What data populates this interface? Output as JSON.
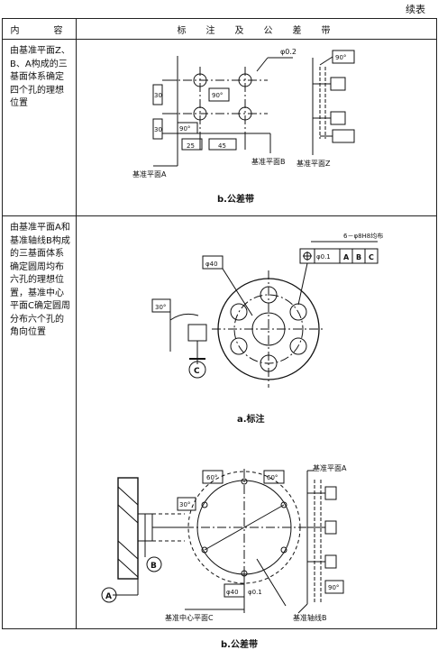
{
  "header": {
    "continued": "续表"
  },
  "table": {
    "col1_header": "内　　容",
    "col2_header": "标　注　及　公　差　带"
  },
  "rows": [
    {
      "desc": "由基准平面Z、B、A构成的三基面体系确定四个孔的理想位置",
      "fig": {
        "tol_value": "φ0.2",
        "dim_30_a": "30",
        "dim_30_b": "30",
        "dim_25": "25",
        "dim_45": "45",
        "ang_90_a": "90°",
        "ang_90_b": "90°",
        "ang_90_c": "90°",
        "datum_a": "基准平面A",
        "datum_b": "基准平面B",
        "datum_z": "基准平面Z",
        "caption": "b.公差带"
      }
    },
    {
      "desc": "由基准平面A和基准轴线B构成的三基面体系确定圆周均布六孔的理想位置，基准中心平面C确定圆周分布六个孔的角向位置",
      "fig_a": {
        "note": "6－φ8H8均布",
        "fcf_tol": "φ0.1",
        "fcf_a": "A",
        "fcf_b": "B",
        "fcf_c": "C",
        "dia": "φ40",
        "ang": "30°",
        "datum_c": "C",
        "caption": "a.标注"
      },
      "fig_b": {
        "datum_a": "基准平面A",
        "ang_60_a": "60°",
        "ang_60_b": "60°",
        "ang_30": "30°",
        "dia": "φ40",
        "tol": "φ0.1",
        "ang_90": "90°",
        "label_a": "A",
        "label_b": "B",
        "datum_center": "基准中心平面C",
        "datum_axis": "基准轴线B",
        "caption": "b.公差带"
      }
    }
  ]
}
